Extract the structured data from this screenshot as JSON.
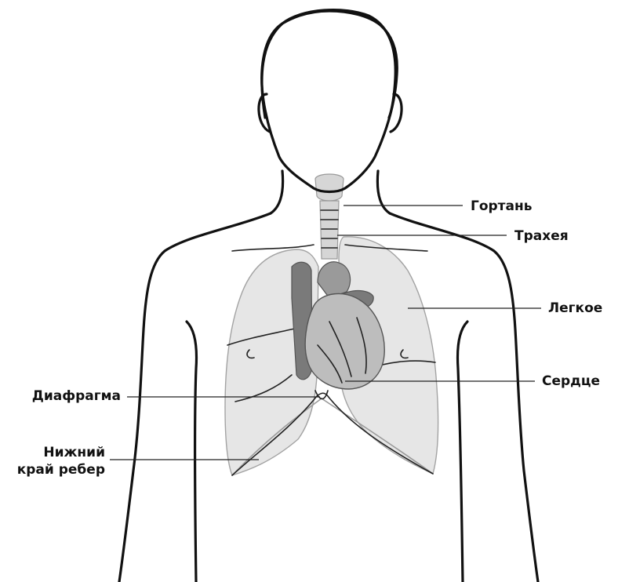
{
  "labels": {
    "larynx": "Гортань",
    "trachea": "Трахея",
    "lung": "Легкое",
    "heart": "Сердце",
    "diaphragm": "Диафрагма",
    "ribs_line1": "Нижний",
    "ribs_line2": "край ребер"
  },
  "colors": {
    "outline": "#111111",
    "lung_fill": "#e4e4e4",
    "heart_fill": "#bdbdbd",
    "vessel_dark": "#7a7a7a",
    "vessel_mid": "#9a9a9a",
    "airway_fill": "#d6d6d6"
  }
}
